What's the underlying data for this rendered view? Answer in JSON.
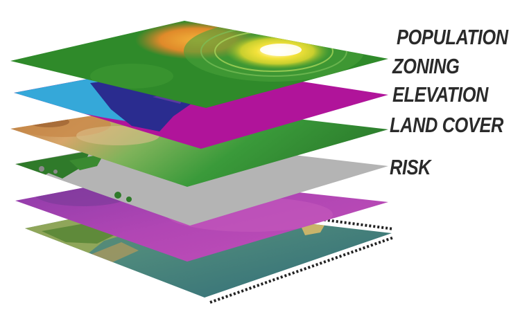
{
  "layers": [
    {
      "key": "population",
      "label": "POPULATION"
    },
    {
      "key": "zoning",
      "label": "ZONING"
    },
    {
      "key": "elevation",
      "label": "ELEVATION"
    },
    {
      "key": "land_cover",
      "label": "LAND COVER"
    },
    {
      "key": "risk",
      "label": "RISK"
    }
  ],
  "colors": {
    "population_green": "#2f8a2a",
    "population_hot": "#f3e23a",
    "zoning_blue": "#35a8d9",
    "zoning_navy": "#2a2c8f",
    "zoning_magenta": "#b0149a",
    "elevation_tan": "#c98b4a",
    "elevation_green": "#2f8a2a",
    "risk_gray": "#b4b4b4",
    "magenta_layer": "#a640ac",
    "imagery_teal": "#3f7f7a",
    "label_text": "#2a2a2a"
  }
}
